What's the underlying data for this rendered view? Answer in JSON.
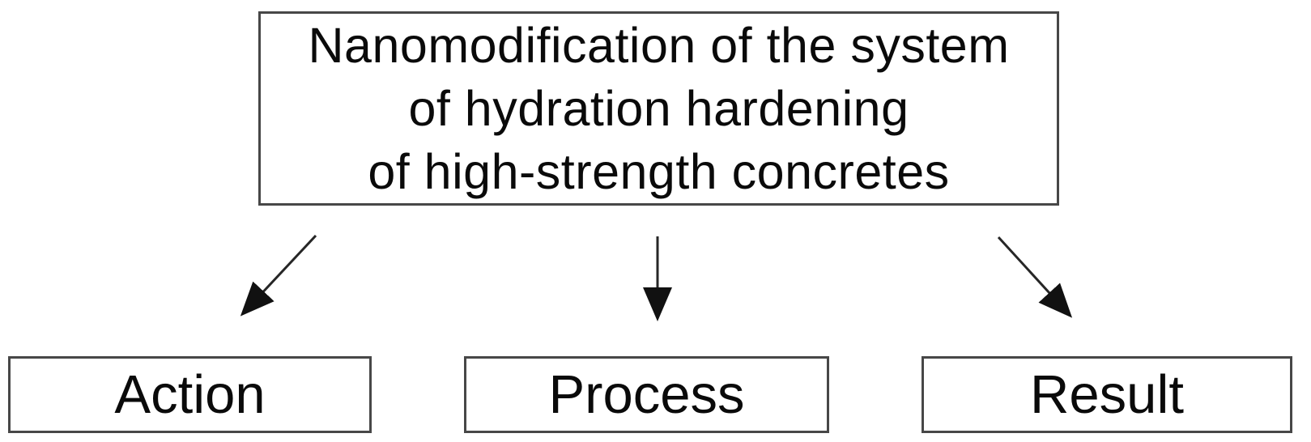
{
  "diagram": {
    "top_box": {
      "lines": {
        "0": "Nanomodification of the system",
        "1": "of hydration hardening",
        "2": "of high-strength concretes"
      }
    },
    "bottom_boxes": {
      "action": {
        "label": "Action"
      },
      "process": {
        "label": "Process"
      },
      "result": {
        "label": "Result"
      }
    },
    "colors": {
      "background": "#ffffff",
      "box_border": "#474747",
      "text": "#0a0a0a",
      "arrow_line": "#262626",
      "arrow_head": "#111111"
    }
  }
}
